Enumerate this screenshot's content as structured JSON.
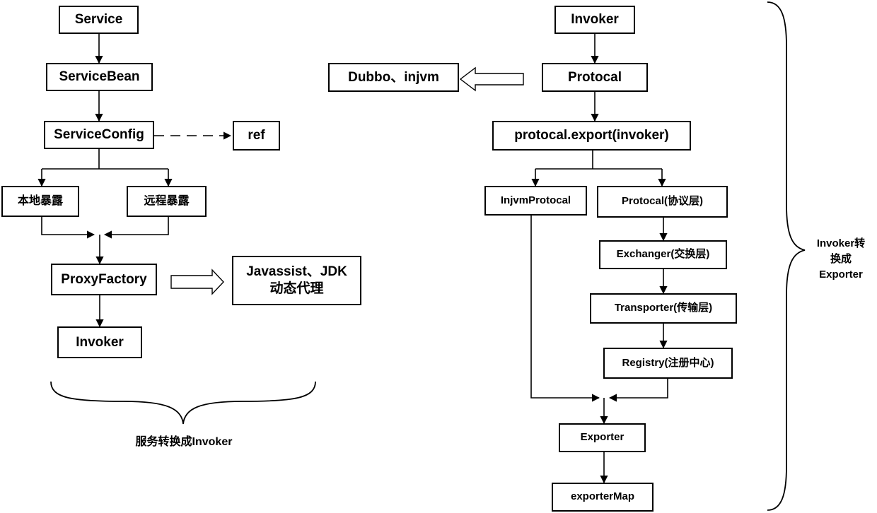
{
  "left": {
    "service": "Service",
    "service_bean": "ServiceBean",
    "service_config": "ServiceConfig",
    "ref": "ref",
    "local_export": "本地暴露",
    "remote_export": "远程暴露",
    "proxy_factory": "ProxyFactory",
    "proxy_impl_line1": "Javassist、JDK",
    "proxy_impl_line2": "动态代理",
    "invoker": "Invoker",
    "brace_caption": "服务转换成Invoker"
  },
  "right": {
    "invoker": "Invoker",
    "protocal": "Protocal",
    "protocal_impls": "Dubbo、injvm",
    "protocal_export": "protocal.export(invoker)",
    "injvm_protocal": "InjvmProtocal",
    "protocal_layer": "Protocal(协议层)",
    "exchanger_layer": "Exchanger(交换层)",
    "transporter_layer": "Transporter(传输层)",
    "registry_layer": "Registry(注册中心)",
    "exporter": "Exporter",
    "exporter_map": "exporterMap",
    "brace_caption_line1": "Invoker转",
    "brace_caption_line2": "换成",
    "brace_caption_line3": "Exporter"
  }
}
